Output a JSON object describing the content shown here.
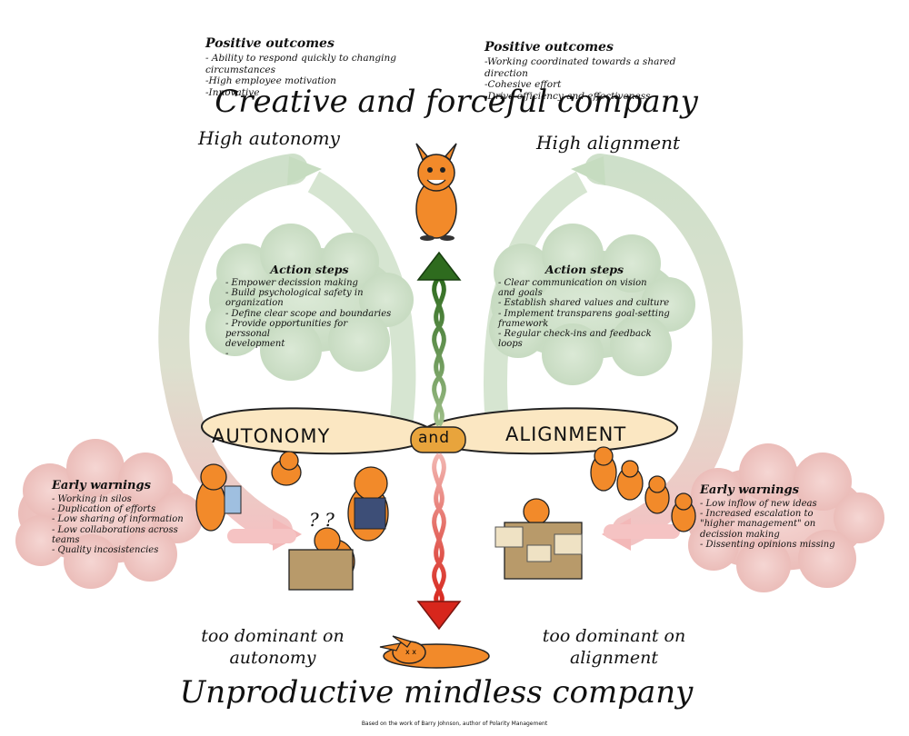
{
  "top": {
    "left_outcomes": {
      "title": "Positive outcomes",
      "items": [
        "- Ability to respond quickly  to changing circumstances",
        "-High employee motivation",
        "-Innovative"
      ]
    },
    "right_outcomes": {
      "title": "Positive outcomes",
      "items": [
        "-Working coordinated towards a shared direction",
        "-Cohesive effort",
        "-Drive efficiency and effectiveness"
      ]
    },
    "headline": "Creative and forceful company",
    "left_label": "High autonomy",
    "right_label": "High alignment"
  },
  "action_left": {
    "title": "Action steps",
    "items": [
      "- Empower decission making",
      "- Build psychological safety in",
      "  organization",
      "- Define clear scope and boundaries",
      "- Provide opportunities for perssonal",
      "  development",
      "-"
    ]
  },
  "action_right": {
    "title": "Action steps",
    "items": [
      "- Clear communication on vision",
      "  and goals",
      "- Establish shared values and culture",
      "- Implement transparens goal-setting",
      "  framework",
      "- Regular check-ins and feedback",
      "  loops"
    ]
  },
  "band": {
    "left": "AUTONOMY",
    "center": "and",
    "right": "ALIGNMENT"
  },
  "warn_left": {
    "title": "Early warnings",
    "items": [
      "- Working in silos",
      "- Duplication of efforts",
      "- Low sharing of information",
      "- Low collaborations across",
      "  teams",
      "- Quality incosistencies"
    ]
  },
  "warn_right": {
    "title": "Early warnings",
    "items": [
      "- Low inflow of new ideas",
      "- Increased escalation to",
      "  \"higher management\" on",
      "  decission making",
      "- Dissenting opinions missing"
    ]
  },
  "confused_marks": "? ?",
  "bottom": {
    "left_label": "too dominant on\nautonomy",
    "right_label": "too dominant on\nalignment",
    "headline": "Unproductive mindless company",
    "credit": "Based on the work of Barry Johnson, author of Polarity Management"
  },
  "colors": {
    "green_cloud": "#cfe0c9",
    "red_cloud": "#efc7c4",
    "band_fill": "#fbe7c2",
    "up_arrow": "#2e6b1e",
    "down_arrow": "#d7261c",
    "character": "#f28a2a"
  },
  "icons": [
    "creature-happy-icon",
    "creature-lying-icon",
    "desk-papers-icon",
    "arrow-up-icon",
    "arrow-down-icon"
  ]
}
